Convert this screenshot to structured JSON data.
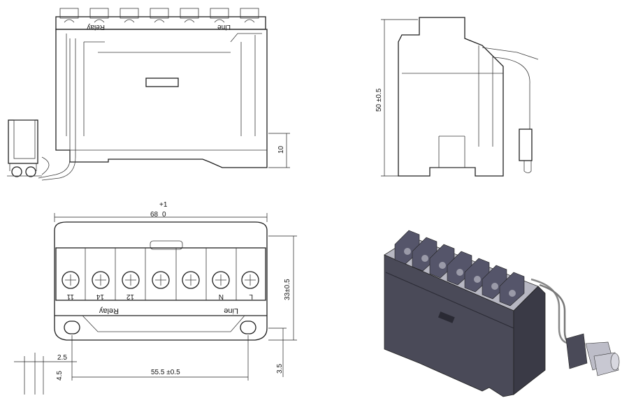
{
  "dimensions": {
    "height_side": "50 ±0.5",
    "rail_height": "10",
    "width_tol": "+1",
    "width_main": "68",
    "width_tol_low": "0",
    "depth": "33±0.5",
    "hole_spacing": "55.5 ±0.5",
    "hole_offset": "3.5",
    "left_small_a": "2.5",
    "left_small_b": "4.5"
  },
  "terminals": {
    "labels": [
      "11",
      "14",
      "12",
      "",
      "",
      "N",
      "L"
    ],
    "relay_label": "Relay",
    "line_label": "Line"
  },
  "front_view": {
    "relay_label": "Relay",
    "line_label": "Line"
  }
}
